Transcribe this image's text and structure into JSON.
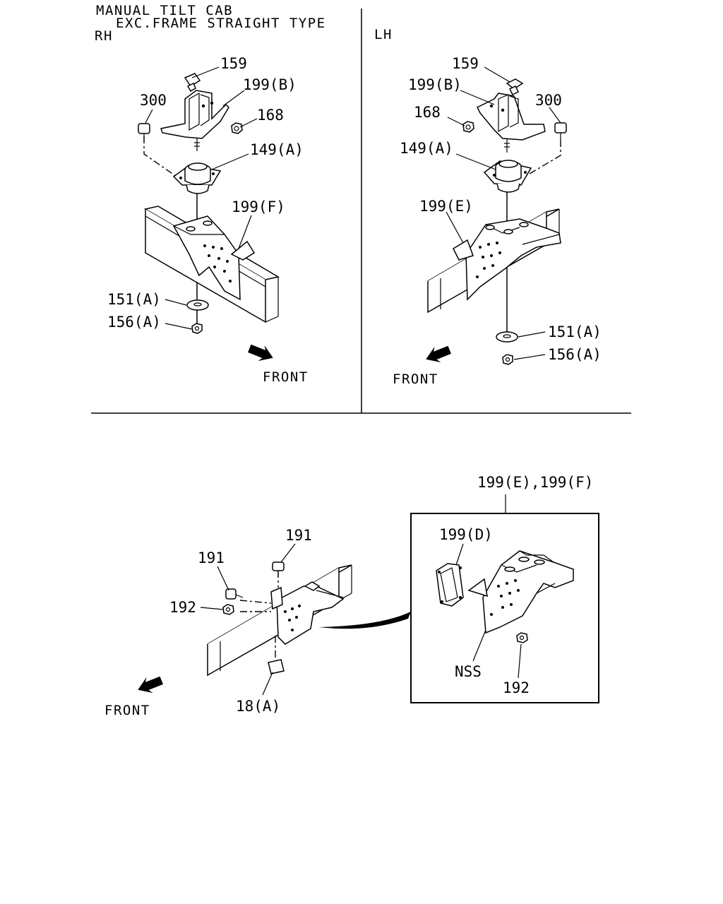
{
  "header": {
    "line1": "MANUAL TILT CAB",
    "line2": "EXC.FRAME STRAIGHT TYPE"
  },
  "rh": {
    "side": "RH",
    "labels": {
      "p159": "159",
      "p199b": "199(B)",
      "p300": "300",
      "p168": "168",
      "p149a": "149(A)",
      "p199f": "199(F)",
      "p151a": "151(A)",
      "p156a": "156(A)"
    },
    "front": "FRONT"
  },
  "lh": {
    "side": "LH",
    "labels": {
      "p159": "159",
      "p199b": "199(B)",
      "p300": "300",
      "p168": "168",
      "p149a": "149(A)",
      "p199e": "199(E)",
      "p151a": "151(A)",
      "p156a": "156(A)"
    },
    "front": "FRONT"
  },
  "lower": {
    "labels": {
      "p191a": "191",
      "p191b": "191",
      "p192": "192",
      "p18a": "18(A)"
    },
    "front": "FRONT",
    "detail": {
      "header": "199(E),199(F)",
      "p199d": "199(D)",
      "nss": "NSS",
      "p192": "192"
    }
  }
}
